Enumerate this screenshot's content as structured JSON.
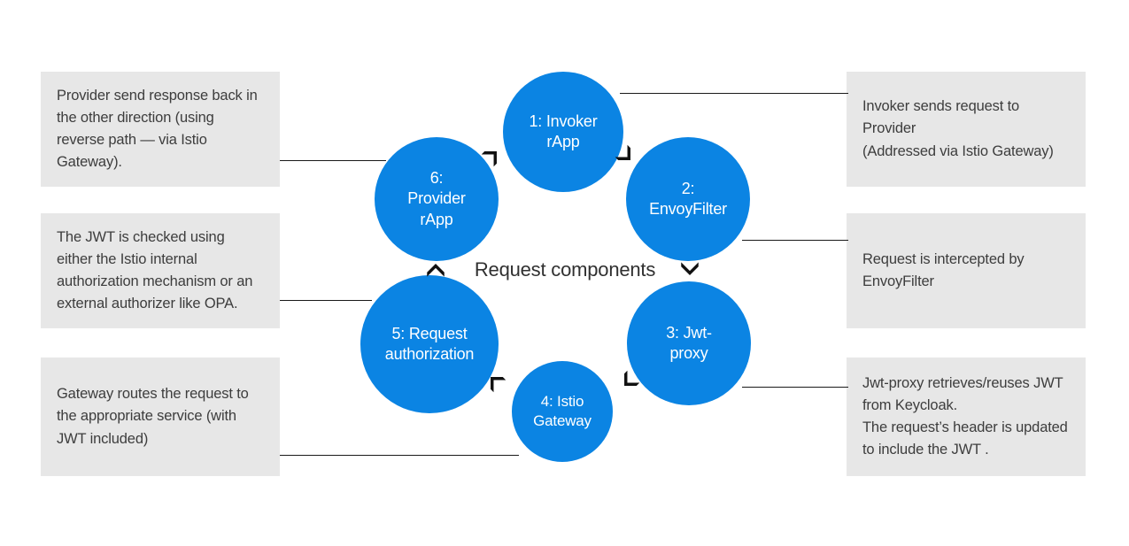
{
  "title": "Request components",
  "colors": {
    "node_blue": "#0b84e3",
    "note_grey": "#e7e7e7",
    "line_black": "#1a1a1a",
    "text_dark": "#3d3d3d"
  },
  "center": {
    "label": "Request components"
  },
  "nodes": [
    {
      "id": "1",
      "label": "1: Invoker rApp",
      "line1": "1: Invoker",
      "line2": "rApp"
    },
    {
      "id": "2",
      "label": "2: EnvoyFilter",
      "line1": "2:",
      "line2": "EnvoyFilter"
    },
    {
      "id": "3",
      "label": "3: Jwt-proxy",
      "line1": "3: Jwt-proxy",
      "line2": ""
    },
    {
      "id": "4",
      "label": "4: Istio Gateway",
      "line1": "4: Istio",
      "line2": "Gateway"
    },
    {
      "id": "5",
      "label": "5: Request authorization",
      "line1": "5: Request",
      "line2": "authorization"
    },
    {
      "id": "6",
      "label": "6: Provider rApp",
      "line1": "6: Provider",
      "line2": "rApp"
    }
  ],
  "notes": {
    "left": [
      {
        "for_node": "6",
        "text": "Provider send response back in the other direction (using reverse path — via Istio Gateway)."
      },
      {
        "for_node": "5",
        "text": "The JWT is checked using either the Istio internal authorization mechanism or an external authorizer like OPA."
      },
      {
        "for_node": "4",
        "text": "Gateway routes the request to the appropriate service (with JWT included)"
      }
    ],
    "right": [
      {
        "for_node": "1",
        "text": "Invoker sends request to Provider\n(Addressed via Istio Gateway)"
      },
      {
        "for_node": "2",
        "text": "Request is intercepted by EnvoyFilter"
      },
      {
        "for_node": "3",
        "text": "Jwt-proxy retrieves/reuses JWT from Keycloak.\nThe request’s header is updated to include the JWT ."
      }
    ]
  },
  "chart_data": {
    "type": "diagram",
    "subtype": "cycle",
    "title": "Request components",
    "direction": "clockwise",
    "steps": [
      {
        "order": 1,
        "name": "Invoker rApp",
        "annotation": "Invoker sends request to Provider (Addressed via Istio Gateway)"
      },
      {
        "order": 2,
        "name": "EnvoyFilter",
        "annotation": "Request is intercepted by EnvoyFilter"
      },
      {
        "order": 3,
        "name": "Jwt-proxy",
        "annotation": "Jwt-proxy retrieves/reuses JWT from Keycloak. The request’s header is updated to include the JWT ."
      },
      {
        "order": 4,
        "name": "Istio Gateway",
        "annotation": "Gateway routes the request to the appropriate service (with JWT included)"
      },
      {
        "order": 5,
        "name": "Request authorization",
        "annotation": "The JWT is checked using either the Istio internal authorization mechanism or an external authorizer like OPA."
      },
      {
        "order": 6,
        "name": "Provider rApp",
        "annotation": "Provider send response back in the other direction (— via Istio Gateway)."
      }
    ]
  }
}
